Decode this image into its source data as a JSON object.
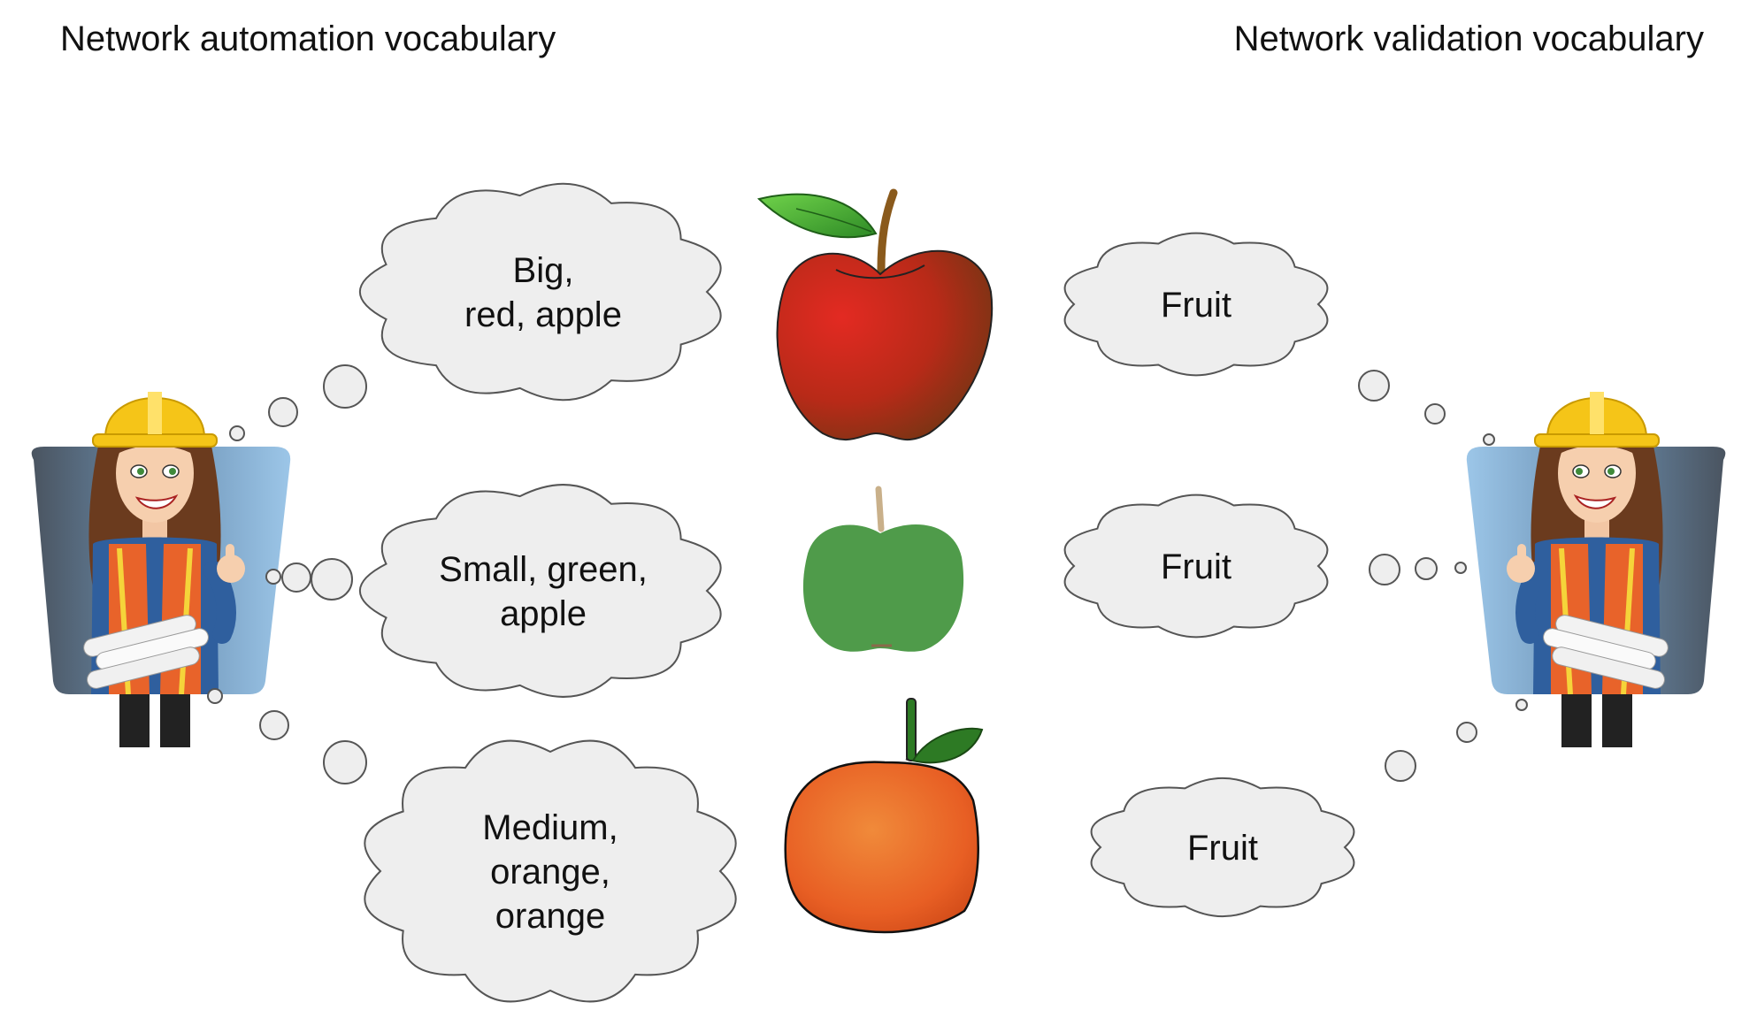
{
  "titles": {
    "left": "Network automation vocabulary",
    "right": "Network validation vocabulary"
  },
  "left_thoughts": [
    {
      "lines": [
        "Big,",
        "red, apple"
      ]
    },
    {
      "lines": [
        "Small, green,",
        "apple"
      ]
    },
    {
      "lines": [
        "Medium,",
        "orange,",
        "orange"
      ]
    }
  ],
  "right_thoughts": [
    {
      "lines": [
        "Fruit"
      ]
    },
    {
      "lines": [
        "Fruit"
      ]
    },
    {
      "lines": [
        "Fruit"
      ]
    }
  ],
  "fruits": [
    {
      "icon": "red-apple-icon",
      "color": "#b8261c"
    },
    {
      "icon": "green-apple-icon",
      "color": "#4f9b4a"
    },
    {
      "icon": "orange-icon",
      "color": "#e8632a"
    }
  ],
  "characters": [
    {
      "icon": "engineer-woman-icon",
      "side": "left"
    },
    {
      "icon": "engineer-woman-icon",
      "side": "right"
    }
  ],
  "colors": {
    "cloud_fill": "#eeeeee",
    "cloud_stroke": "#555555",
    "hardhat": "#f5c518",
    "vest": "#e8632a",
    "panel": "#7aa9cf"
  }
}
